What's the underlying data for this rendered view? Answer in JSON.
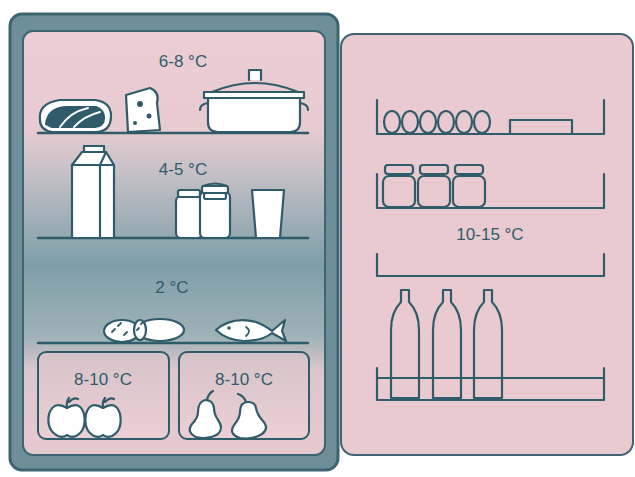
{
  "diagram": {
    "nodes": [
      {
        "text": [
          "6-8 °C",
          "4-5 °C",
          "2 °C"
        ]
      },
      {
        "text": [
          "8-10 °C"
        ],
        "in": 0
      },
      {
        "text": [
          "8-10 °C"
        ],
        "in": 0
      },
      {
        "text": [
          "10-15 °C"
        ]
      }
    ]
  }
}
